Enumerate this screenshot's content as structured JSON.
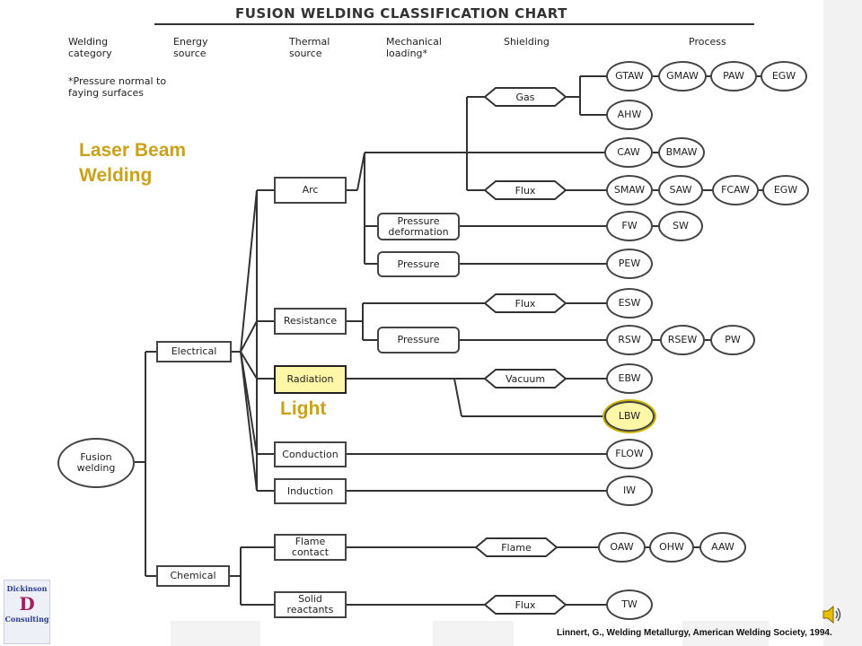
{
  "title": "FUSION WELDING CLASSIFICATION CHART",
  "column_headers": [
    "Welding\ncategory",
    "Energy\nsource",
    "Thermal\nsource",
    "Mechanical\nloading*",
    "Shielding",
    "Process"
  ],
  "note": "*Pressure normal to\nfaying surfaces",
  "overlay_title": "Laser Beam\nWelding",
  "overlay_light": "Light",
  "citation": "Linnert, G., Welding Metallurgy, American Welding Society, 1994.",
  "logo": {
    "line1": "Dickinson",
    "line2": "D",
    "line3": "Consulting"
  },
  "icons": {
    "speaker": "speaker-icon"
  },
  "colors": {
    "highlight": "#fff7a8",
    "overlay_text": "#c9a21a"
  },
  "nodes": {
    "fusion": "Fusion\nwelding",
    "electrical": "Electrical",
    "chemical": "Chemical",
    "arc": "Arc",
    "resistance": "Resistance",
    "radiation": "Radiation",
    "conduction": "Conduction",
    "induction": "Induction",
    "flame_contact": "Flame\ncontact",
    "solid_reactants": "Solid\nreactants",
    "pressure_deformation": "Pressure\ndeformation",
    "pressure_arc": "Pressure",
    "pressure_res": "Pressure",
    "gas": "Gas",
    "flux_arc": "Flux",
    "flux_res": "Flux",
    "vacuum": "Vacuum",
    "flame": "Flame",
    "flux_solid": "Flux"
  },
  "processes": {
    "gtaw": "GTAW",
    "gmaw": "GMAW",
    "paw": "PAW",
    "egw1": "EGW",
    "ahw": "AHW",
    "caw": "CAW",
    "bmaw": "BMAW",
    "smaw": "SMAW",
    "saw": "SAW",
    "fcaw": "FCAW",
    "egw2": "EGW",
    "fw": "FW",
    "sw": "SW",
    "pew": "PEW",
    "esw": "ESW",
    "rsw": "RSW",
    "rsew": "RSEW",
    "pw": "PW",
    "ebw": "EBW",
    "lbw": "LBW",
    "flow": "FLOW",
    "iw": "IW",
    "oaw": "OAW",
    "ohw": "OHW",
    "aaw": "AAW",
    "tw": "TW"
  }
}
